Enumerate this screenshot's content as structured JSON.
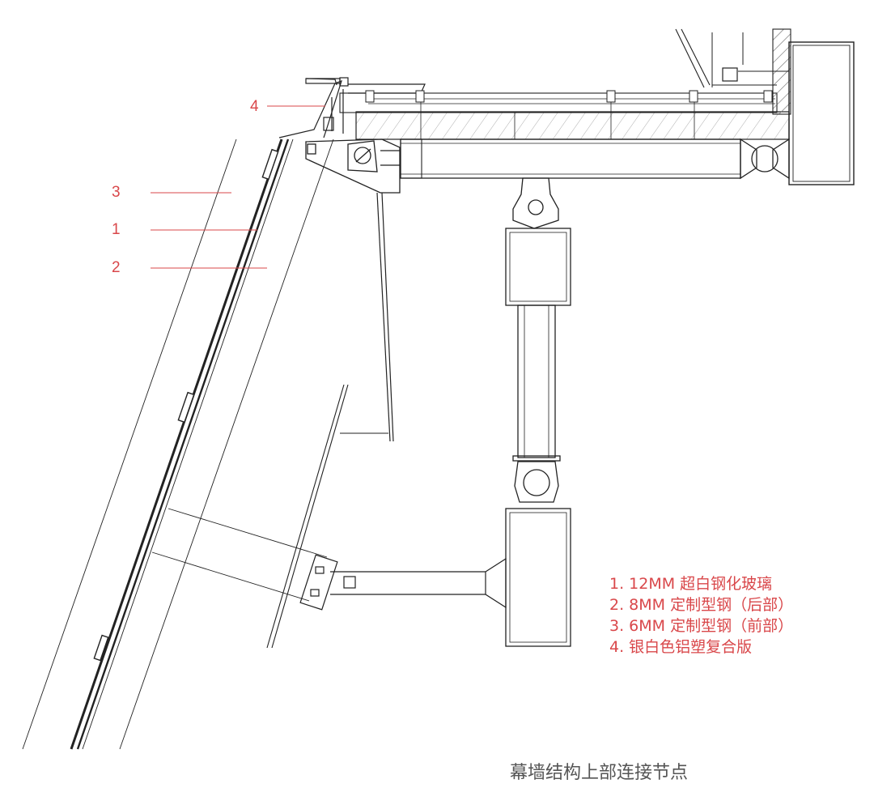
{
  "callouts": [
    {
      "number": "4"
    },
    {
      "number": "3"
    },
    {
      "number": "1"
    },
    {
      "number": "2"
    }
  ],
  "legend": [
    "1. 12MM 超白钢化玻璃",
    "2. 8MM 定制型钢（后部）",
    "3. 6MM 定制型钢（前部）",
    "4. 银白色铝塑复合版"
  ],
  "caption": "幕墙结构上部连接节点",
  "colors": {
    "annotation": "#d9474a",
    "linework": "#222222",
    "caption": "#555555"
  }
}
